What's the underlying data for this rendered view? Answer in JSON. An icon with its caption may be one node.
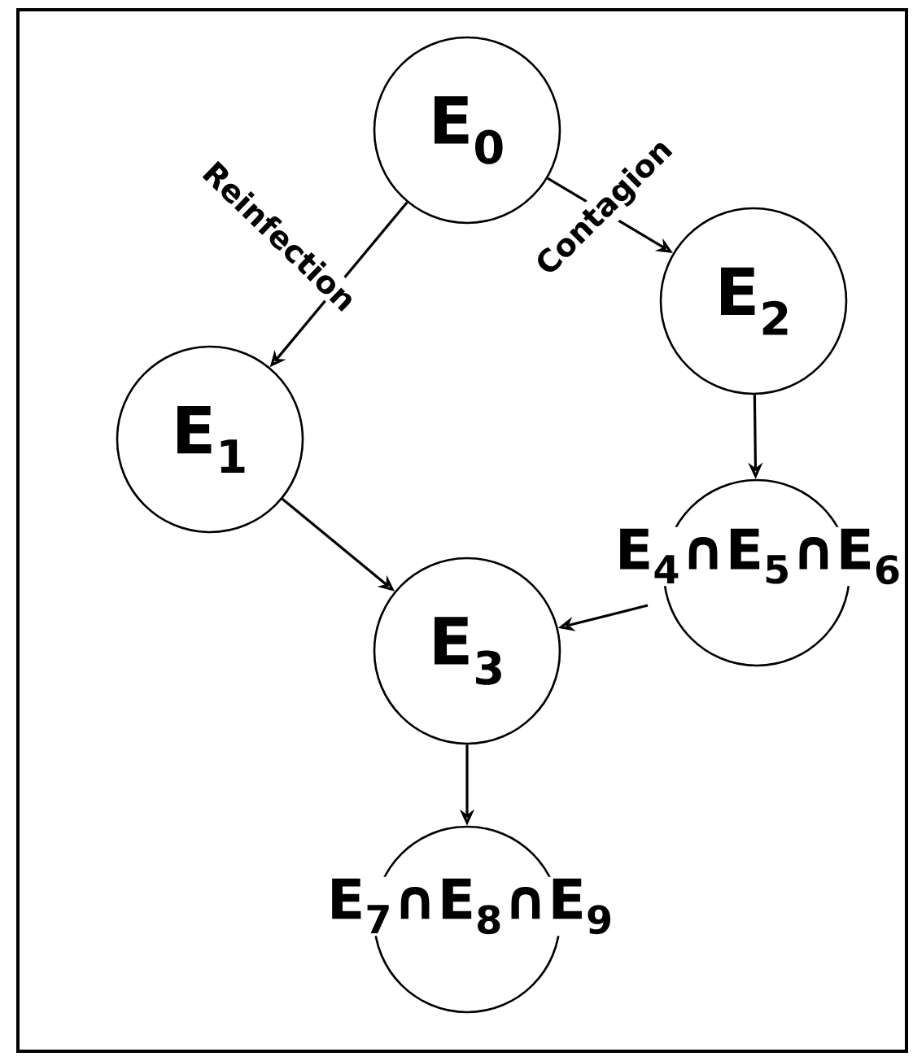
{
  "diagram": {
    "nodes": [
      {
        "text": [
          "E$_{0}$"
        ]
      },
      {
        "text": [
          "E$_{2}$"
        ]
      },
      {
        "text": [
          "E$_{1}$"
        ]
      },
      {
        "text": [
          "E$_{4}$∩E$_{5}$∩E$_{6}$"
        ]
      },
      {
        "text": [
          "E$_{3}$"
        ]
      },
      {
        "text": [
          "E$_{7}$∩E$_{8}$∩E$_{9}$"
        ]
      }
    ],
    "edges": [
      {
        "from": 0,
        "to": 2,
        "arrow": "to",
        "label": "Reinfection"
      },
      {
        "from": 0,
        "to": 1,
        "arrow": "to",
        "label": "Contagion"
      },
      {
        "from": 1,
        "to": 3,
        "arrow": "to"
      },
      {
        "from": 2,
        "to": 4,
        "arrow": "to"
      },
      {
        "from": 3,
        "to": 4,
        "arrow": "to"
      },
      {
        "from": 4,
        "to": 5,
        "arrow": "to"
      }
    ]
  }
}
